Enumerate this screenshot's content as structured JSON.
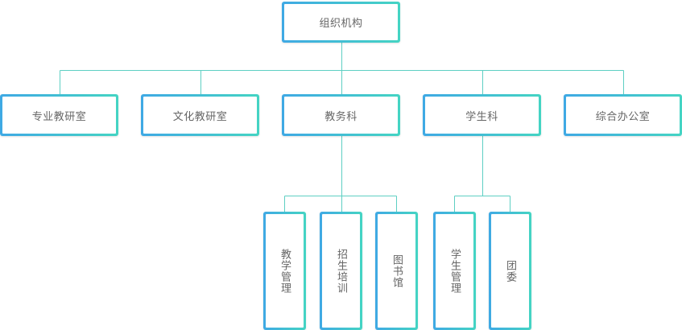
{
  "colors": {
    "gradient_start": "#3fa9e4",
    "gradient_end": "#44d4c3",
    "connector": "#5ecfc3",
    "text": "#666666"
  },
  "org": {
    "root": "组织机构",
    "departments": [
      "专业教研室",
      "文化教研室",
      "教务科",
      "学生科",
      "综合办公室"
    ],
    "jiaowu_units": [
      "教学管理",
      "招生培训",
      "图书馆"
    ],
    "xuesheng_units": [
      "学生管理",
      "团委"
    ]
  }
}
